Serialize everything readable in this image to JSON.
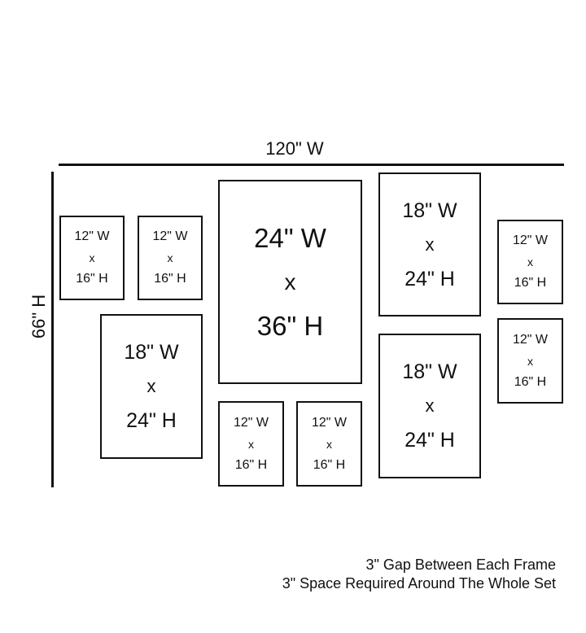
{
  "dimensions": {
    "width_label": "120\" W",
    "height_label": "66\" H"
  },
  "frames": [
    {
      "id": "A",
      "w": "12\" W",
      "x": "x",
      "h": "16\" H"
    },
    {
      "id": "B",
      "w": "12\" W",
      "x": "x",
      "h": "16\" H"
    },
    {
      "id": "C",
      "w": "18\" W",
      "x": "x",
      "h": "24\" H"
    },
    {
      "id": "D",
      "w": "24\" W",
      "x": "x",
      "h": "36\" H"
    },
    {
      "id": "E",
      "w": "12\" W",
      "x": "x",
      "h": "16\" H"
    },
    {
      "id": "F",
      "w": "12\" W",
      "x": "x",
      "h": "16\" H"
    },
    {
      "id": "G",
      "w": "18\" W",
      "x": "x",
      "h": "24\" H"
    },
    {
      "id": "H",
      "w": "18\" W",
      "x": "x",
      "h": "24\" H"
    },
    {
      "id": "I",
      "w": "12\" W",
      "x": "x",
      "h": "16\" H"
    },
    {
      "id": "J",
      "w": "12\" W",
      "x": "x",
      "h": "16\" H"
    }
  ],
  "notes": [
    "3\" Gap Between Each Frame",
    "3\" Space Required Around The Whole Set"
  ]
}
